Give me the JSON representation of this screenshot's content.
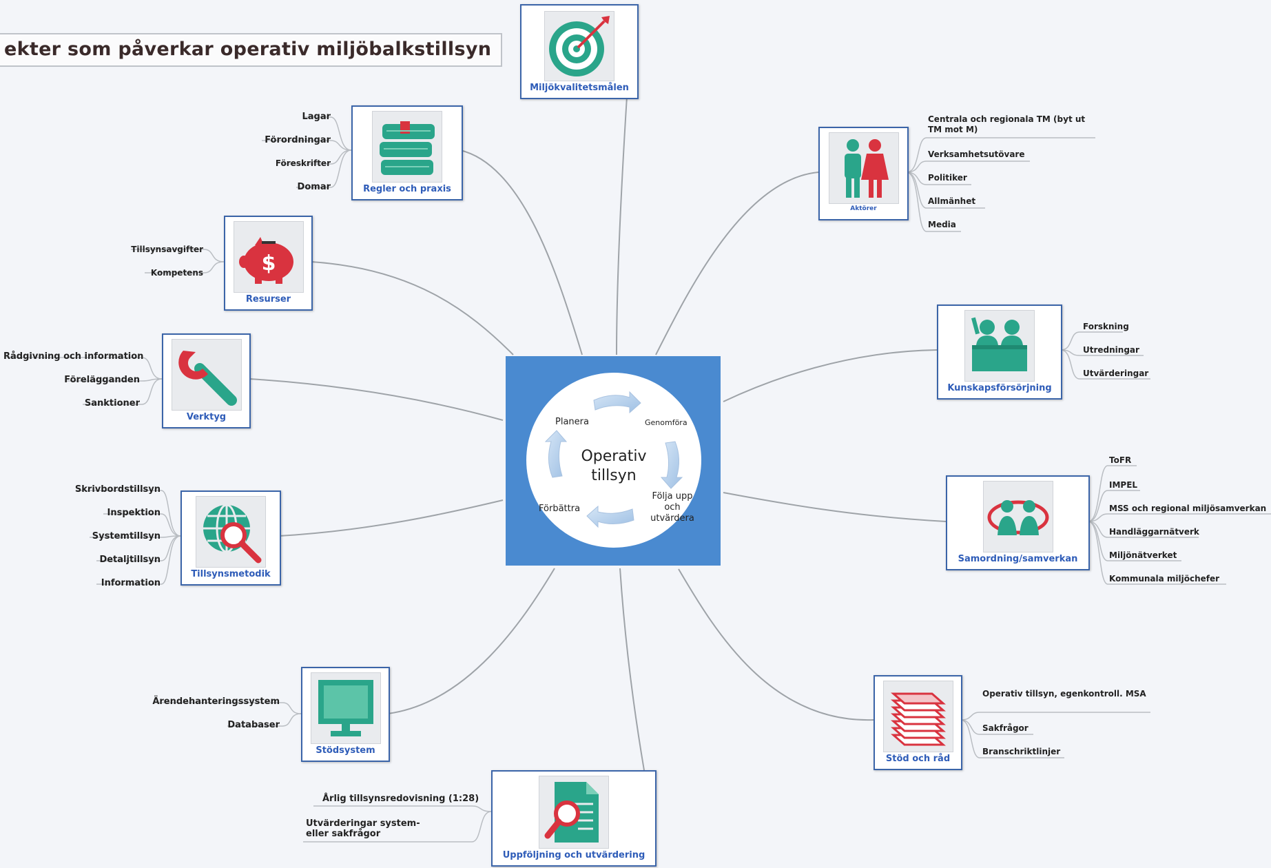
{
  "title": "ekter som påverkar operativ miljöbalkstillsyn",
  "center": {
    "title_line1": "Operativ",
    "title_line2": "tillsyn",
    "steps": [
      "Planera",
      "Genomföra",
      "Följa upp",
      "och",
      "utvärdera",
      "Förbättra"
    ]
  },
  "nodes": {
    "miljomal": {
      "label": "Miljökvalitetsmålen",
      "icon": "target-icon"
    },
    "regler": {
      "label": "Regler och praxis",
      "icon": "books-icon",
      "leaves": [
        "Lagar",
        "Förordningar",
        "Föreskrifter",
        "Domar"
      ]
    },
    "resurser": {
      "label": "Resurser",
      "icon": "piggy-bank-icon",
      "leaves": [
        "Tillsynsavgifter",
        "Kompetens"
      ]
    },
    "verktyg": {
      "label": "Verktyg",
      "icon": "wrench-icon",
      "leaves": [
        "Rådgivning och information",
        "Förelägganden",
        "Sanktioner"
      ]
    },
    "metodik": {
      "label": "Tillsynsmetodik",
      "icon": "globe-magnifier-icon",
      "leaves": [
        "Skrivbordstillsyn",
        "Inspektion",
        "Systemtillsyn",
        "Detaljtillsyn",
        "Information"
      ]
    },
    "stodsystem": {
      "label": "Stödsystem",
      "icon": "monitor-icon",
      "leaves": [
        "Ärendehanteringssystem",
        "Databaser"
      ]
    },
    "uppfoljning": {
      "label": "Uppföljning och utvärdering",
      "icon": "document-magnifier-icon",
      "leaves": [
        "Årlig tillsynsredovisning (1:28)",
        "Utvärderingar system- eller sakfrågor"
      ]
    },
    "aktorer": {
      "label": "Aktörer",
      "icon": "people-icon",
      "leaves": [
        "Centrala och regionala TM (byt ut TM mot M)",
        "Verksamhetsutövare",
        "Politiker",
        "Allmänhet",
        "Media"
      ]
    },
    "kunskap": {
      "label": "Kunskapsförsörjning",
      "icon": "lecture-icon",
      "leaves": [
        "Forskning",
        "Utredningar",
        "Utvärderingar"
      ]
    },
    "samordning": {
      "label": "Samordning/samverkan",
      "icon": "collaboration-icon",
      "leaves": [
        "ToFR",
        "IMPEL",
        "MSS och regional miljösamverkan",
        "Handläggarnätverk",
        "Miljönätverket",
        "Kommunala miljöchefer"
      ]
    },
    "stod": {
      "label": "Stöd och råd",
      "icon": "papers-icon",
      "leaves": [
        "Operativ tillsyn, egenkontroll. MSA",
        "Sakfrågor",
        "Branschriktlinjer"
      ]
    }
  },
  "colors": {
    "node_border": "#3a64a8",
    "label_blue": "#2e5cb8",
    "teal": "#2aa58a",
    "red": "#d9333f",
    "center_bg": "#4a8ad0",
    "connector": "#9ea3a8"
  }
}
